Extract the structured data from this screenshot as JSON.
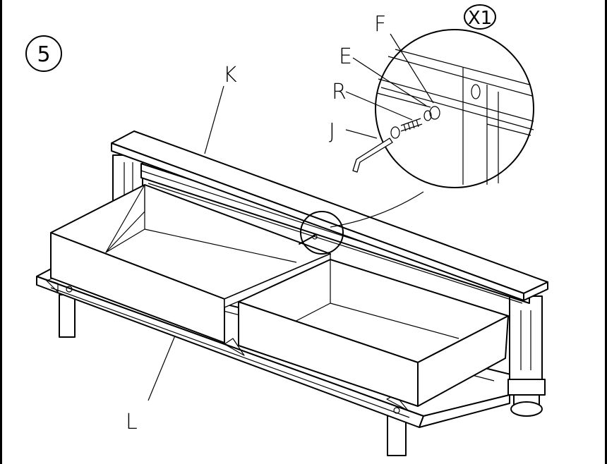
{
  "step": {
    "number": "5"
  },
  "quantity": {
    "text": "X1"
  },
  "labels": {
    "K": "K",
    "L": "L",
    "F": "F",
    "E": "E",
    "R": "R",
    "J": "J"
  },
  "colors": {
    "line": "#000000",
    "background": "#ffffff"
  }
}
